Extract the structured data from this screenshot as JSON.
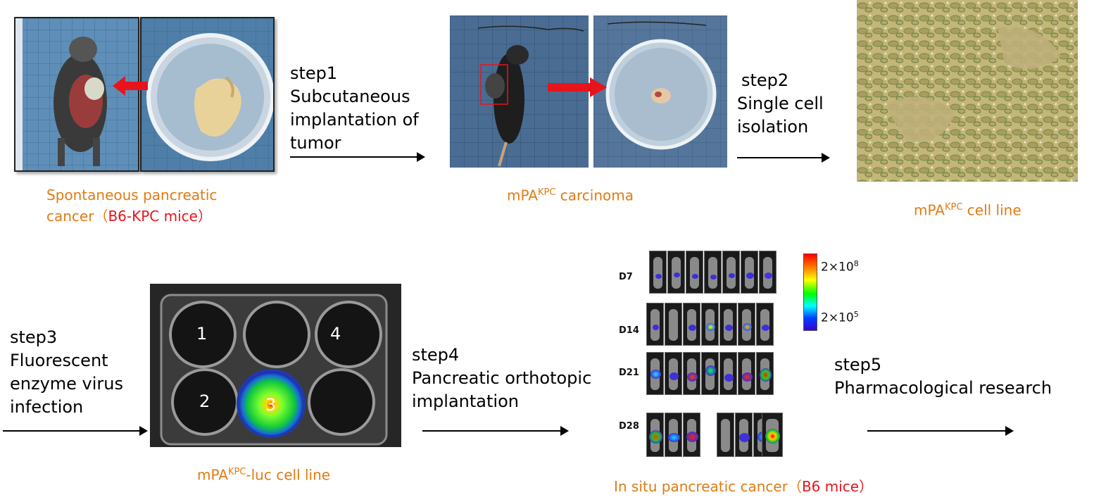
{
  "steps": {
    "step1": [
      "step1",
      "Subcutaneous",
      "implantation of",
      "tumor"
    ],
    "step2": [
      "step2",
      "Single cell",
      "isolation"
    ],
    "step3": [
      "step3",
      "Fluorescent",
      "enzyme virus",
      "infection"
    ],
    "step4": [
      "step4",
      "Pancreatic orthotopic",
      "implantation"
    ],
    "step5": [
      "step5",
      "Pharmacological research"
    ]
  },
  "captions": {
    "spontaneous_line1": "Spontaneous pancreatic",
    "spontaneous_line2_a": "cancer（",
    "spontaneous_line2_b": "B6-KPC mice）",
    "carcinoma_prefix": "mPA",
    "carcinoma_sup": "KPC",
    "carcinoma_suffix": " carcinoma",
    "cellline_prefix": "mPA",
    "cellline_sup": "KPC",
    "cellline_suffix": " cell line",
    "luc_prefix": "mPA",
    "luc_sup": "KPC",
    "luc_suffix": "-luc cell line",
    "insitu_a": "In situ pancreatic cancer（",
    "insitu_b": "B6 mice）"
  },
  "plate_wells": [
    "1",
    "2",
    "3",
    "4"
  ],
  "bli_days": [
    "D7",
    "D14",
    "D21",
    "D28"
  ],
  "scale": {
    "high_base": "2×10",
    "high_exp": "8",
    "low_base": "2×10",
    "low_exp": "5"
  },
  "colors": {
    "caption_orange": "#E07B14",
    "caption_red": "#E8141C",
    "arrow_red": "#E8141C"
  }
}
